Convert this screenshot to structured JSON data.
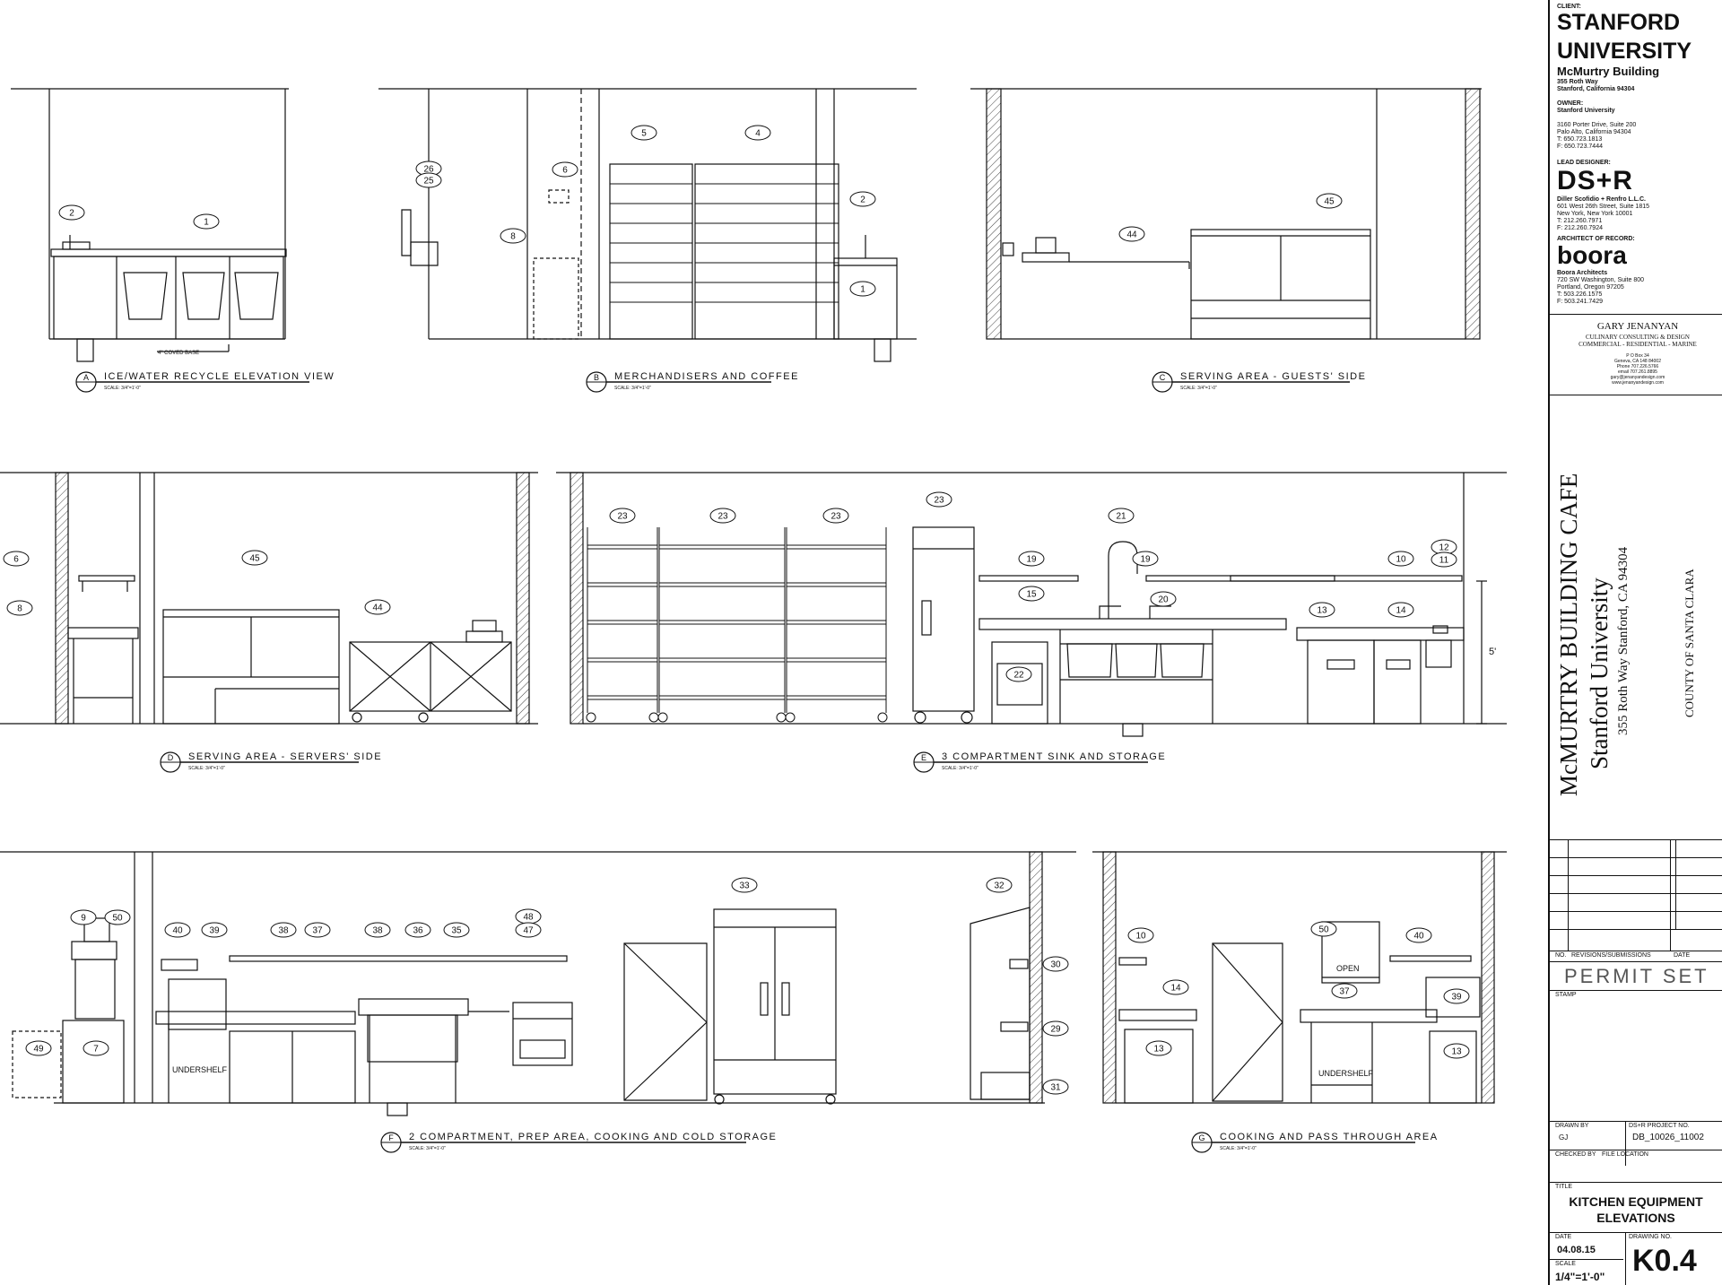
{
  "client_label": "CLIENT:",
  "client_name_1": "STANFORD",
  "client_name_2": "UNIVERSITY",
  "building": "McMurtry Building",
  "client_addr_1": "355 Roth Way",
  "client_addr_2": "Stanford, California 94304",
  "owner_label": "OWNER:",
  "owner_name": "Stanford University",
  "owner_addr": [
    "3160 Porter Drive, Suite 200",
    "Palo Alto, California 94304",
    "T: 650.723.1813",
    "F: 650.723.7444"
  ],
  "lead_label": "LEAD DESIGNER:",
  "dsr_logo": "DS+R",
  "dsr_name": "Diller Scofidio + Renfro L.L.C.",
  "dsr_addr": [
    "601 West 26th Street, Suite 1815",
    "New York, New York 10001",
    "T: 212.260.7971",
    "F: 212.260.7924"
  ],
  "aor_label": "ARCHITECT OF RECORD:",
  "boora_logo": "boora",
  "boora_name": "Boora Architects",
  "boora_addr": [
    "720 SW Washington, Suite 800",
    "Portland, Oregon 97205",
    "T: 503.226.1575",
    "F: 503.241.7429"
  ],
  "consultant_name": "GARY JENANYAN",
  "consultant_line1": "CULINARY CONSULTING & DESIGN",
  "consultant_line2": "COMMERCIAL - RESIDENTIAL - MARINE",
  "consultant_small": [
    "P O Box 34",
    "Geneva, CA 148 84002",
    "Phone 707.226.5766",
    "email 707.261.8895",
    "gary@jenanyandesign.com",
    "www.jenanyandesign.com"
  ],
  "project_1": "McMURTRY BUILDING CAFE",
  "project_2": "Stanford University",
  "project_3": "355 Roth Way Stanford, CA 94304",
  "project_4": "COUNTY OF SANTA CLARA",
  "rev_no_label": "NO.",
  "rev_label": "REVISIONS/SUBMISSIONS",
  "rev_date_label": "DATE",
  "permit_set": "PERMIT SET",
  "stamp_label": "STAMP",
  "drawn_by_label": "DRAWN BY",
  "drawn_by": "GJ",
  "project_no_label": "DS+R PROJECT NO.",
  "project_no": "DB_10026_11002",
  "checked_by_label": "CHECKED BY",
  "file_location_label": "FILE LOCATION",
  "title_label": "TITLE",
  "sheet_title_1": "KITCHEN EQUIPMENT",
  "sheet_title_2": "ELEVATIONS",
  "date_label": "DATE",
  "date": "04.08.15",
  "drawing_no_label": "DRAWING NO.",
  "drawing_no": "K0.4",
  "scale_label": "SCALE",
  "scale": "1/4\"=1'-0\"",
  "elevations": [
    {
      "letter": "A",
      "title": "ICE/WATER RECYCLE ELEVATION VIEW",
      "scale": "SCALE: 3/4\"=1'-0\""
    },
    {
      "letter": "B",
      "title": "MERCHANDISERS AND COFFEE",
      "scale": "SCALE: 3/4\"=1'-0\""
    },
    {
      "letter": "C",
      "title": "SERVING AREA - GUESTS' SIDE",
      "scale": "SCALE: 3/4\"=1'-0\""
    },
    {
      "letter": "D",
      "title": "SERVING AREA - SERVERS' SIDE",
      "scale": "SCALE: 3/4\"=1'-0\""
    },
    {
      "letter": "E",
      "title": "3 COMPARTMENT SINK AND STORAGE",
      "scale": "SCALE: 3/4\"=1'-0\""
    },
    {
      "letter": "F",
      "title": "2 COMPARTMENT, PREP AREA, COOKING AND COLD STORAGE",
      "scale": "SCALE: 3/4\"=1'-0\""
    },
    {
      "letter": "G",
      "title": "COOKING AND PASS THROUGH AREA",
      "scale": "SCALE: 3/4\"=1'-0\""
    }
  ],
  "notes": {
    "coved_base": "4\" COVED BASE",
    "undershelf": "UNDERSHELF",
    "open_sign": "OPEN",
    "dim_5": "5'"
  },
  "tags": {
    "A": [
      "2",
      "1"
    ],
    "B": [
      "26",
      "25",
      "6",
      "8",
      "5",
      "4",
      "2",
      "1"
    ],
    "C": [
      "44",
      "45"
    ],
    "D": [
      "6",
      "8",
      "45",
      "44"
    ],
    "E": [
      "23",
      "23",
      "23",
      "23",
      "21",
      "19",
      "19",
      "15",
      "20",
      "22",
      "13",
      "14",
      "10",
      "12",
      "11"
    ],
    "F": [
      "9",
      "50",
      "49",
      "7",
      "40",
      "39",
      "38",
      "37",
      "38",
      "36",
      "35",
      "48",
      "47",
      "33",
      "32",
      "30",
      "29",
      "31"
    ],
    "G": [
      "10",
      "14",
      "13",
      "50",
      "37",
      "40",
      "39",
      "13"
    ]
  }
}
